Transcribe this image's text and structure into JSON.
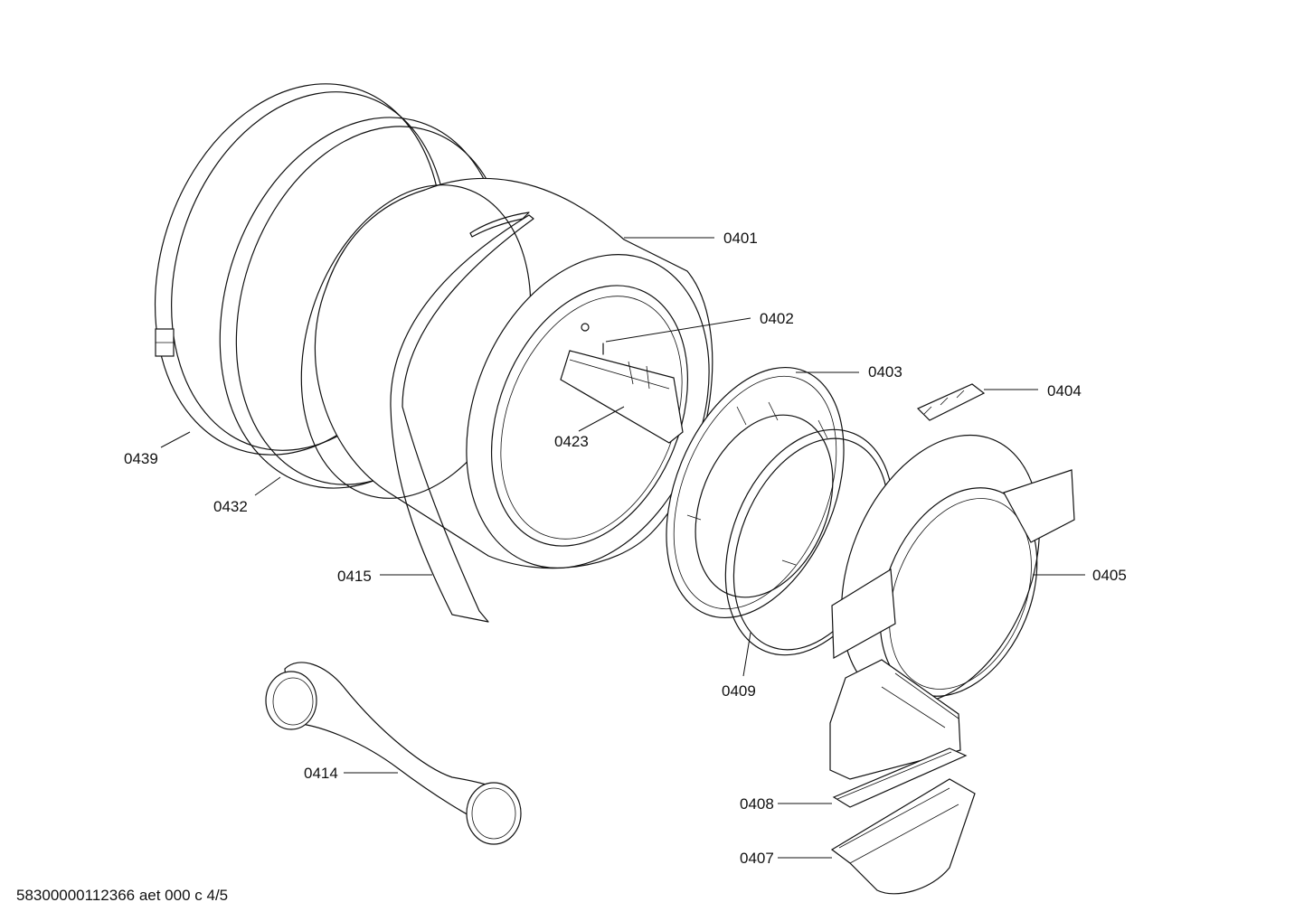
{
  "parts": [
    {
      "id": "p0401",
      "label": "0401"
    },
    {
      "id": "p0402",
      "label": "0402"
    },
    {
      "id": "p0403",
      "label": "0403"
    },
    {
      "id": "p0404",
      "label": "0404"
    },
    {
      "id": "p0405",
      "label": "0405"
    },
    {
      "id": "p0407",
      "label": "0407"
    },
    {
      "id": "p0408",
      "label": "0408"
    },
    {
      "id": "p0409",
      "label": "0409"
    },
    {
      "id": "p0414",
      "label": "0414"
    },
    {
      "id": "p0415",
      "label": "0415"
    },
    {
      "id": "p0423",
      "label": "0423"
    },
    {
      "id": "p0432",
      "label": "0432"
    },
    {
      "id": "p0439",
      "label": "0439"
    }
  ],
  "footer": {
    "text": "58300000112366 aet 000 c 4/5"
  }
}
